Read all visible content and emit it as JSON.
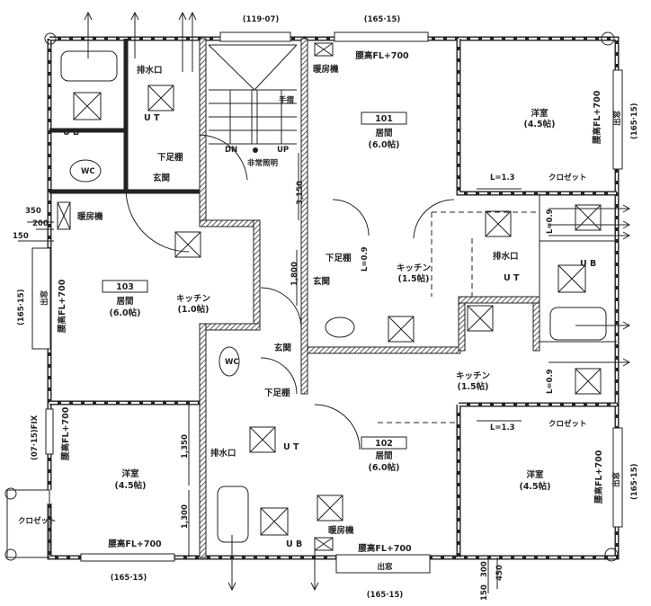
{
  "title": "Floor plan – units 101 / 102 / 103",
  "units": {
    "u101": {
      "number": "101",
      "living": "居間",
      "living_size": "(6.0帖)",
      "western": "洋室",
      "western_size": "(4.5帖)",
      "kitchen": "キッチン",
      "kitchen_size": "(1.5帖)",
      "entrance": "玄関",
      "shoe_shelf": "下足棚",
      "closet": "クロゼット",
      "closet_rod": "L=1.3",
      "shelf_rod": "L=0.9",
      "drain": "排水口",
      "ut": "U T",
      "ub": "U B",
      "heater": "暖房機",
      "window_sill": "腰高FL+700",
      "bay_window": "出窓",
      "window_size_top": "(165·15)",
      "window_size_side": "(165·15)",
      "entrance_shelf_rod": "L=0.9"
    },
    "u102": {
      "number": "102",
      "living": "居間",
      "living_size": "(6.0帖)",
      "western": "洋室",
      "western_size": "(4.5帖)",
      "kitchen": "キッチン",
      "kitchen_size": "(1.5帖)",
      "entrance": "玄関",
      "shoe_shelf": "下足棚",
      "closet": "クロゼット",
      "closet_rod": "L=1.3",
      "shelf_rod": "L=0.9",
      "drain": "排水口",
      "ut": "U T",
      "ub": "U B",
      "heater": "暖房機",
      "window_sill": "腰高FL+700",
      "bay_window": "出窓",
      "window_size_bottom": "(165·15)",
      "window_sill_side": "腰高FL+700",
      "bay_window_side": "出窓",
      "window_size_side": "(165·15)",
      "wc": "WC"
    },
    "u103": {
      "number": "103",
      "living": "居間",
      "living_size": "(6.0帖)",
      "western": "洋室",
      "western_size": "(4.5帖)",
      "kitchen": "キッチン",
      "kitchen_size": "(1.0帖)",
      "entrance": "玄関",
      "shoe_shelf": "下足棚",
      "closet": "クロゼット",
      "drain": "排水口",
      "ut": "U T",
      "ub": "U B",
      "wc": "WC",
      "heater": "暖房機",
      "window_sill": "腰高FL+700",
      "bay_window": "出窓",
      "window_size_side": "(165·15)",
      "window_fix": "(07·15)FIX",
      "window_sill_fix": "腰高FL+700",
      "window_sill_bottom": "腰高FL+700",
      "window_size_bottom": "(165·15)"
    }
  },
  "stair": {
    "window_size": "(119·07)",
    "handrail": "手摺",
    "down": "DN",
    "up": "UP",
    "emergency_light": "非常照明"
  },
  "dimensions": {
    "d3150": "3,150",
    "d1800": "1,800",
    "d1350": "1,350",
    "d1300": "1,300",
    "d350": "350",
    "d200": "200",
    "d150_left": "150",
    "d300": "300",
    "d450": "450",
    "d150_bottom": "150"
  }
}
